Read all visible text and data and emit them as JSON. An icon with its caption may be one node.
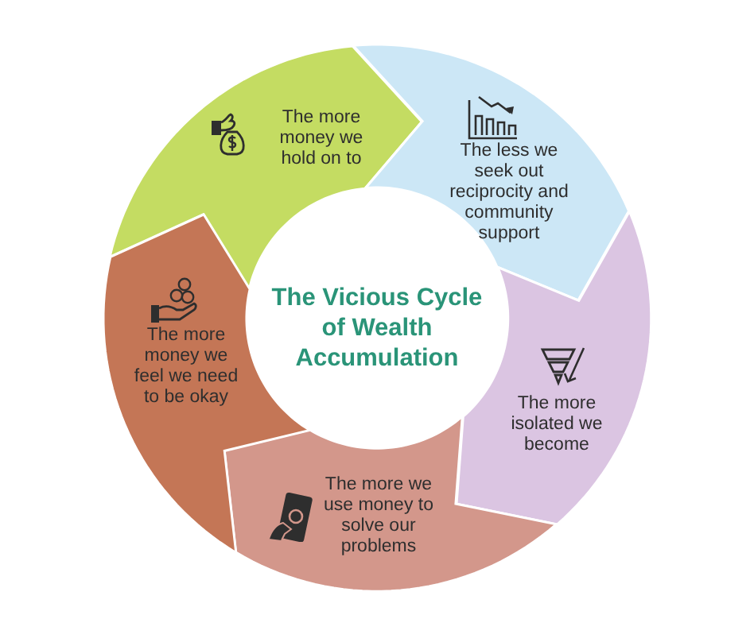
{
  "diagram": {
    "nodes": [
      {
        "text": [
          "The more money we hold on to"
        ]
      },
      {
        "text": [
          "The less we seek out reciprocity and community support"
        ]
      },
      {
        "text": [
          "The more isolated we become"
        ]
      },
      {
        "text": [
          "The more we use money to solve our problems"
        ]
      },
      {
        "text": [
          "The more money we feel we need to be okay"
        ]
      },
      {
        "text": [
          "The Vicious Cycle of Wealth Accumulation"
        ]
      }
    ]
  }
}
